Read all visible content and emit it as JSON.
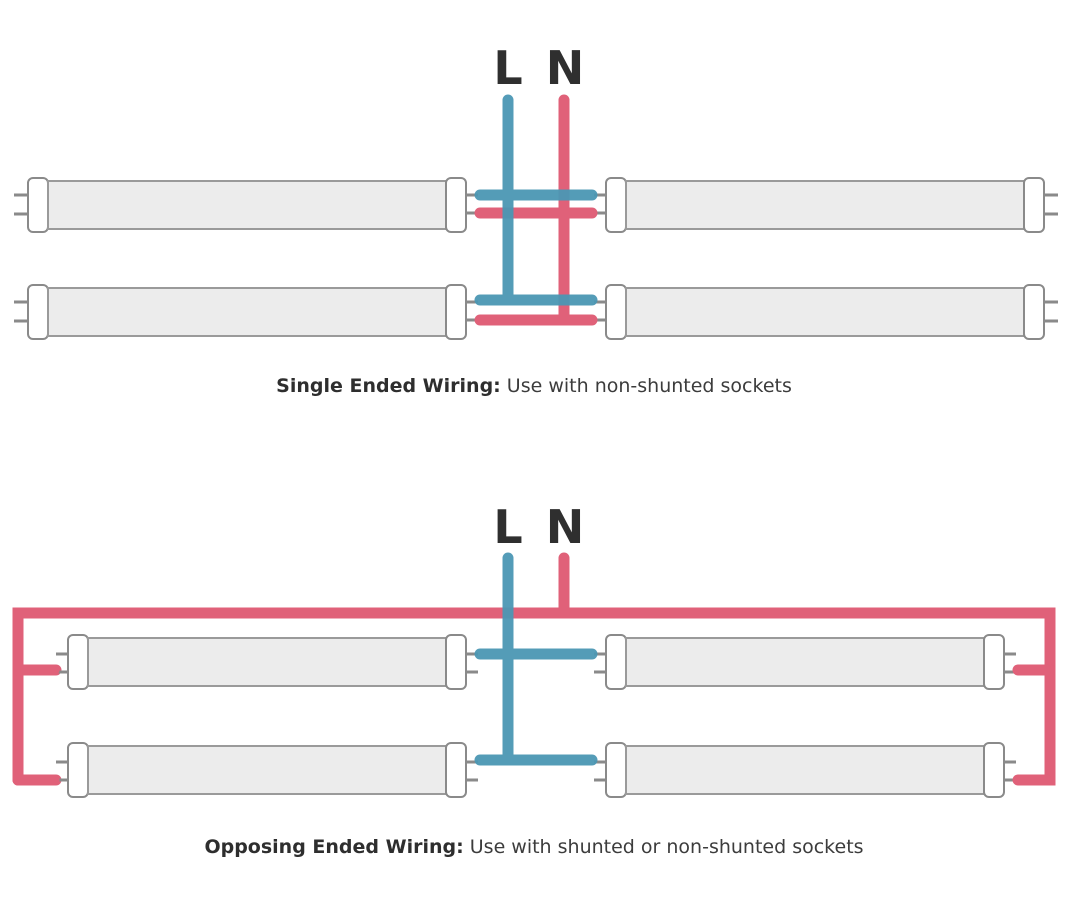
{
  "diagrams": [
    {
      "terminal_live": "L",
      "terminal_neutral": "N",
      "caption_title": "Single Ended Wiring:",
      "caption_text": " Use with non-shunted sockets"
    },
    {
      "terminal_live": "L",
      "terminal_neutral": "N",
      "caption_title": "Opposing Ended Wiring:",
      "caption_text": " Use with shunted or non-shunted sockets"
    }
  ],
  "colors": {
    "live_wire": "#4b97b4",
    "neutral_wire": "#e06179",
    "tube_fill": "#ececec",
    "tube_stroke": "#9a9a9a"
  }
}
